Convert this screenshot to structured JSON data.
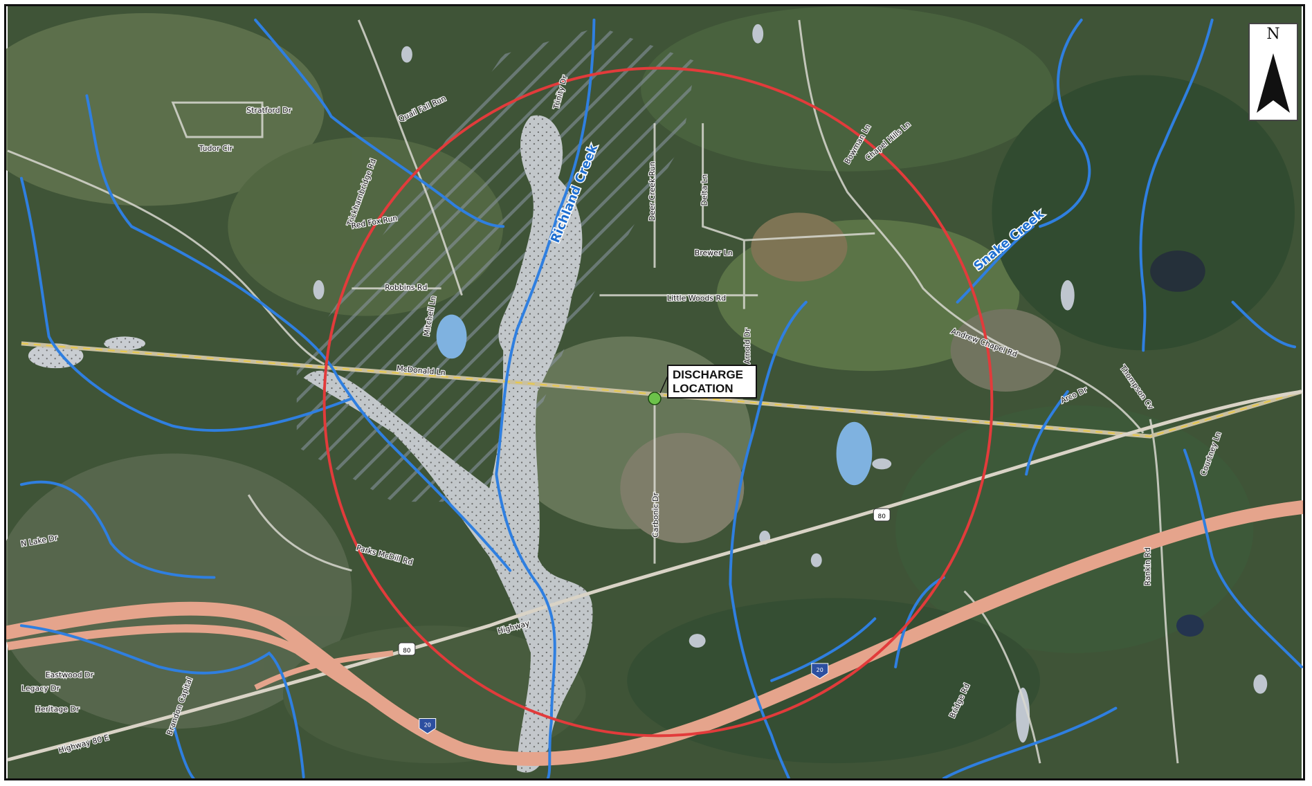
{
  "map": {
    "discharge_label": "DISCHARGE LOCATION",
    "north_label": "N",
    "creeks": [
      "Richland Creek",
      "Snake Creek"
    ],
    "roads": [
      "Stratford Dr",
      "Tudor Cir",
      "Quail Fall Run",
      "Trinity Dr",
      "Trickhambridge Rd",
      "Red Fox Run",
      "Robbins Rd",
      "Mitchell Ln",
      "McDonald Ln",
      "Deer Creek Run",
      "Delta Ln",
      "Brewer Ln",
      "Little Woods Rd",
      "Arnold Dr",
      "Bowman Ln",
      "Chapel Hills Ln",
      "Andrew Chapel Rd",
      "Thompson Cv",
      "Arco Dr",
      "Courtney Ln",
      "Rankin Rd",
      "Carbonic Dr",
      "Parks McDill Rd",
      "N Lake Dr",
      "Highway",
      "Eastwood Dr",
      "Legacy Dr",
      "Heritage Dr",
      "Highway 80 E",
      "Brandon Capital",
      "Bridge Rd"
    ],
    "highway_shields": [
      "80",
      "80",
      "20",
      "20"
    ],
    "colors": {
      "creek": "#2f7fe0",
      "buffer_circle": "#e23b3b",
      "interstate": "#e5a48c",
      "discharge_point": "#6cc24a",
      "floodplain": "#c8ccd0"
    },
    "icons": [
      "north-arrow-icon",
      "discharge-point-icon"
    ]
  }
}
